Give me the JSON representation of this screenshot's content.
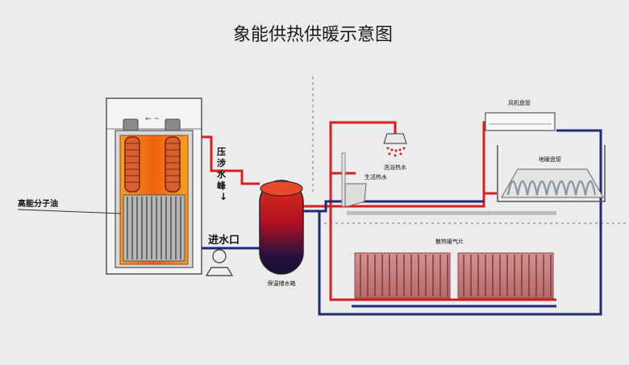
{
  "title": "象能供热供暖示意图",
  "labels": {
    "high_energy_oil": "高能分子油",
    "pressure_line": "压",
    "pressure_line_2": "涉",
    "pressure_line_3": "水",
    "pressure_line_4": "峰",
    "water_inlet": "进水口",
    "storage_tank": "保温储水箱",
    "domestic_hot_water": "生活热水",
    "shower_hot_water": "洗浴热水",
    "fan_coil": "风机盘管",
    "floor_heating": "地暖盘管",
    "radiators": "散热暖气片"
  },
  "colors": {
    "hot_pipe": "#d42020",
    "cold_pipe": "#1d2a7a",
    "tank_top": "#c0101a",
    "tank_bottom": "#1a1240",
    "furnace_glow": "#f08a10",
    "radiator": "#c98a8a"
  }
}
